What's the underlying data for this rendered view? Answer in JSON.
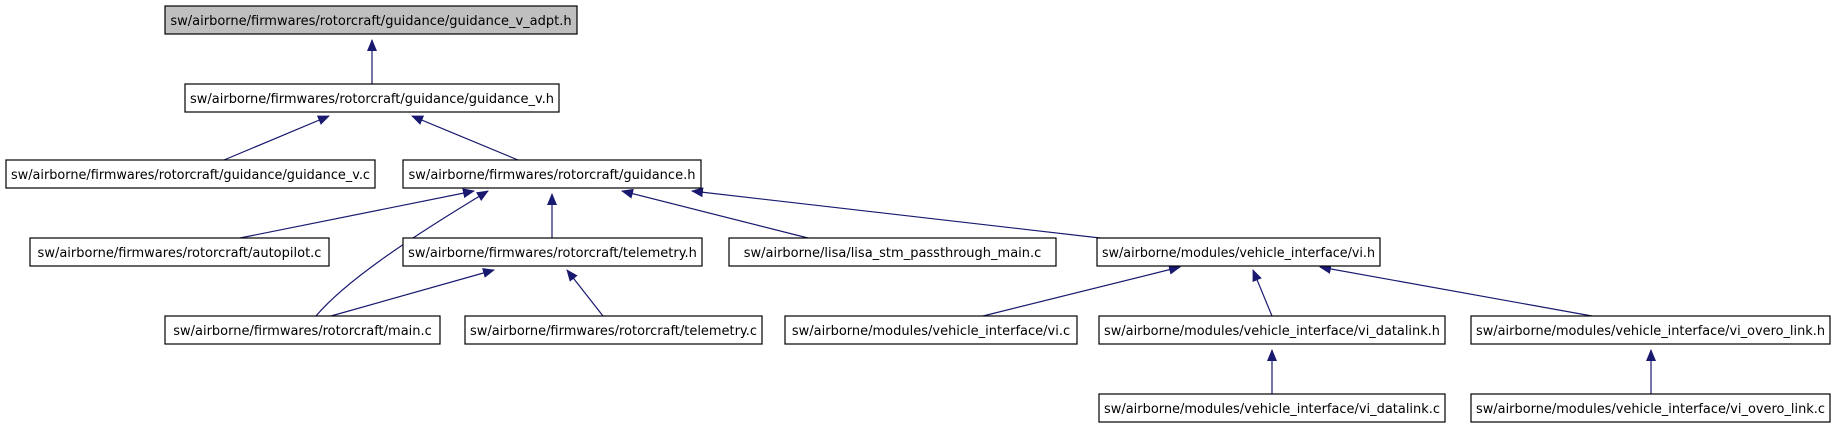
{
  "diagram": {
    "node_fill": "#ffffff",
    "root_fill": "#bfbfbf",
    "edge_color": "#191970",
    "nodes": [
      {
        "id": "guidance_v_adpt_h",
        "label": "sw/airborne/firmwares/rotorcraft/guidance/guidance_v_adpt.h",
        "root": true
      },
      {
        "id": "guidance_v_h",
        "label": "sw/airborne/firmwares/rotorcraft/guidance/guidance_v.h"
      },
      {
        "id": "guidance_v_c",
        "label": "sw/airborne/firmwares/rotorcraft/guidance/guidance_v.c"
      },
      {
        "id": "guidance_h",
        "label": "sw/airborne/firmwares/rotorcraft/guidance.h"
      },
      {
        "id": "autopilot_c",
        "label": "sw/airborne/firmwares/rotorcraft/autopilot.c"
      },
      {
        "id": "telemetry_h",
        "label": "sw/airborne/firmwares/rotorcraft/telemetry.h"
      },
      {
        "id": "lisa_stm_passthrough_main_c",
        "label": "sw/airborne/lisa/lisa_stm_passthrough_main.c"
      },
      {
        "id": "vi_h",
        "label": "sw/airborne/modules/vehicle_interface/vi.h"
      },
      {
        "id": "main_c",
        "label": "sw/airborne/firmwares/rotorcraft/main.c"
      },
      {
        "id": "telemetry_c",
        "label": "sw/airborne/firmwares/rotorcraft/telemetry.c"
      },
      {
        "id": "vi_c",
        "label": "sw/airborne/modules/vehicle_interface/vi.c"
      },
      {
        "id": "vi_datalink_h",
        "label": "sw/airborne/modules/vehicle_interface/vi_datalink.h"
      },
      {
        "id": "vi_overo_link_h",
        "label": "sw/airborne/modules/vehicle_interface/vi_overo_link.h"
      },
      {
        "id": "vi_datalink_c",
        "label": "sw/airborne/modules/vehicle_interface/vi_datalink.c"
      },
      {
        "id": "vi_overo_link_c",
        "label": "sw/airborne/modules/vehicle_interface/vi_overo_link.c"
      }
    ],
    "edges": [
      {
        "from": "guidance_v_h",
        "to": "guidance_v_adpt_h"
      },
      {
        "from": "guidance_v_c",
        "to": "guidance_v_h"
      },
      {
        "from": "guidance_h",
        "to": "guidance_v_h"
      },
      {
        "from": "autopilot_c",
        "to": "guidance_h"
      },
      {
        "from": "main_c",
        "to": "guidance_h"
      },
      {
        "from": "telemetry_h",
        "to": "guidance_h"
      },
      {
        "from": "lisa_stm_passthrough_main_c",
        "to": "guidance_h"
      },
      {
        "from": "vi_h",
        "to": "guidance_h"
      },
      {
        "from": "main_c",
        "to": "telemetry_h"
      },
      {
        "from": "telemetry_c",
        "to": "telemetry_h"
      },
      {
        "from": "vi_c",
        "to": "vi_h"
      },
      {
        "from": "vi_datalink_h",
        "to": "vi_h"
      },
      {
        "from": "vi_overo_link_h",
        "to": "vi_h"
      },
      {
        "from": "vi_datalink_c",
        "to": "vi_datalink_h"
      },
      {
        "from": "vi_overo_link_c",
        "to": "vi_overo_link_h"
      }
    ]
  }
}
